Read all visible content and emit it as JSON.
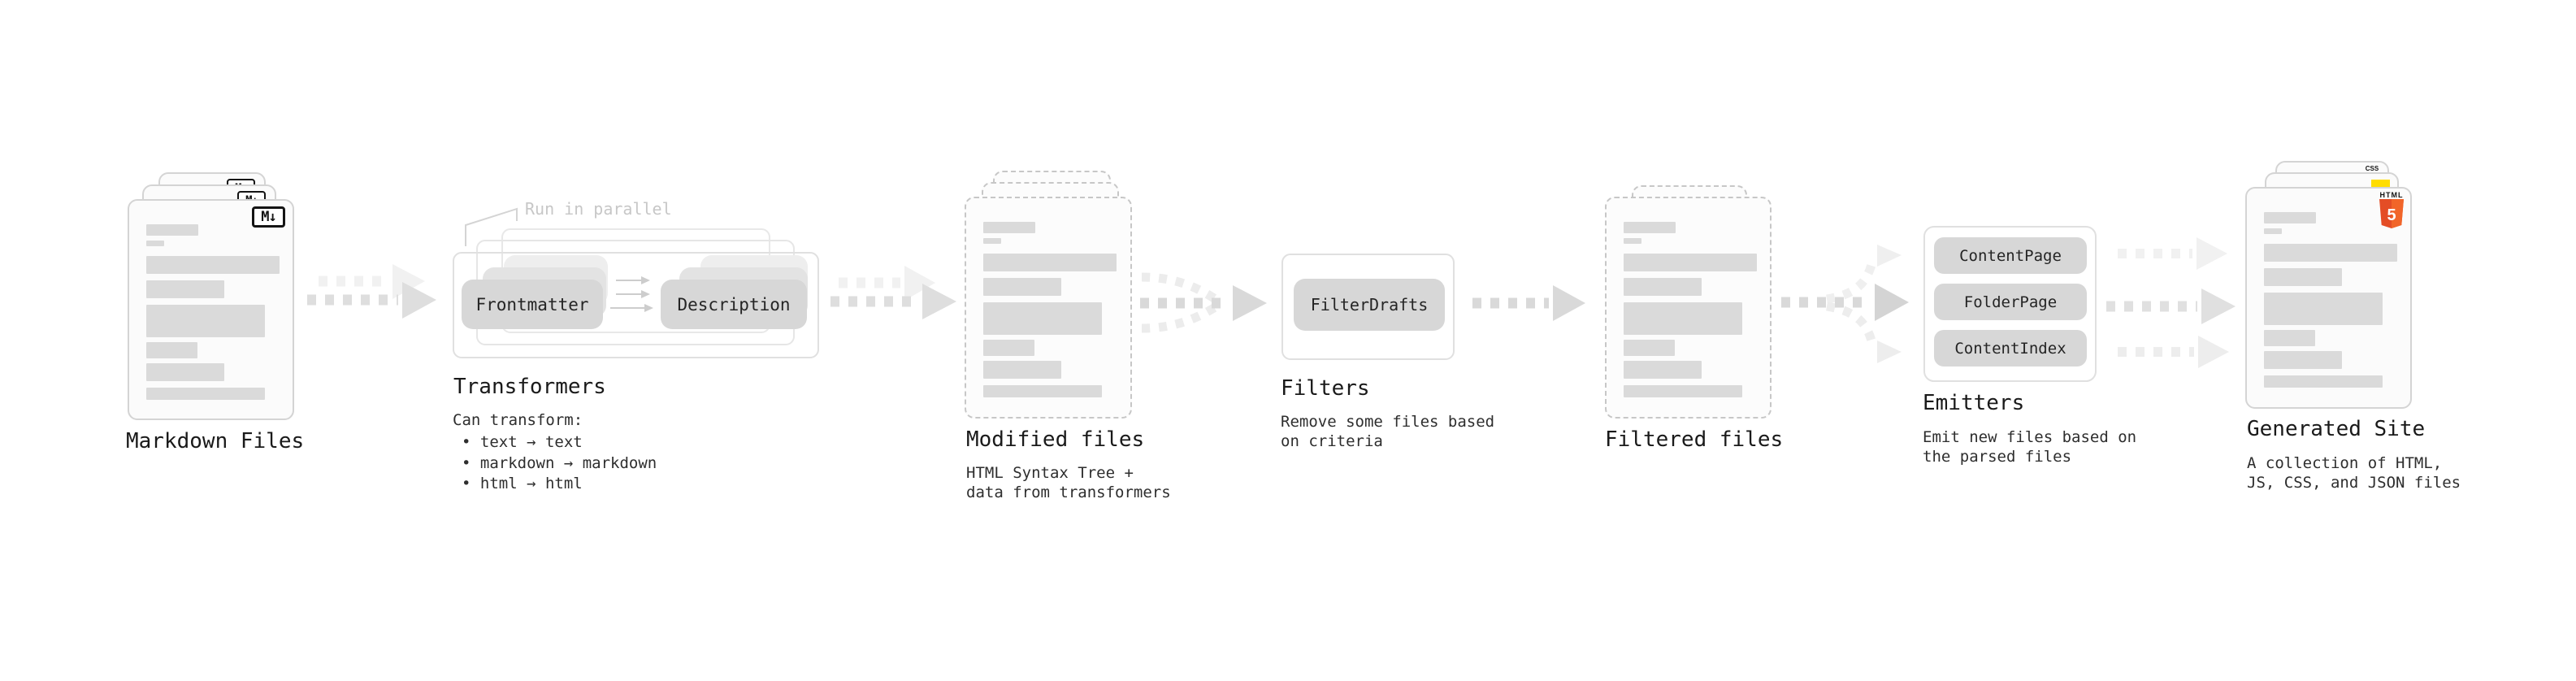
{
  "diagram": {
    "markdown_files": {
      "title": "Markdown Files",
      "badge": "M↓"
    },
    "transformers": {
      "annotation": "Run in parallel",
      "node_a": "Frontmatter",
      "node_b": "Description",
      "title": "Transformers",
      "desc_heading": "Can transform:",
      "bullets": [
        "• text → text",
        "• markdown → markdown",
        "• html → html"
      ]
    },
    "modified_files": {
      "title": "Modified files",
      "desc": "HTML Syntax Tree +\ndata from transformers"
    },
    "filters": {
      "title": "Filters",
      "node": "FilterDrafts",
      "desc": "Remove some files based\non criteria"
    },
    "filtered_files": {
      "title": "Filtered files"
    },
    "emitters": {
      "title": "Emitters",
      "nodes": [
        "ContentPage",
        "FolderPage",
        "ContentIndex"
      ],
      "desc": "Emit new files based on\nthe parsed files"
    },
    "generated_site": {
      "title": "Generated Site",
      "desc": "A collection of HTML,\nJS, CSS, and JSON files",
      "badge_html_word": "HTML",
      "badge_html_five": "5",
      "badge_css": "CSS"
    },
    "colors": {
      "bar_gray": "#dadada",
      "arrow_gray": "#dedede",
      "ghost_gray": "#f1f1f1",
      "html5_orange": "#e44d26",
      "js_yellow": "#ffdd00",
      "css_blue": "#2760e6"
    }
  }
}
